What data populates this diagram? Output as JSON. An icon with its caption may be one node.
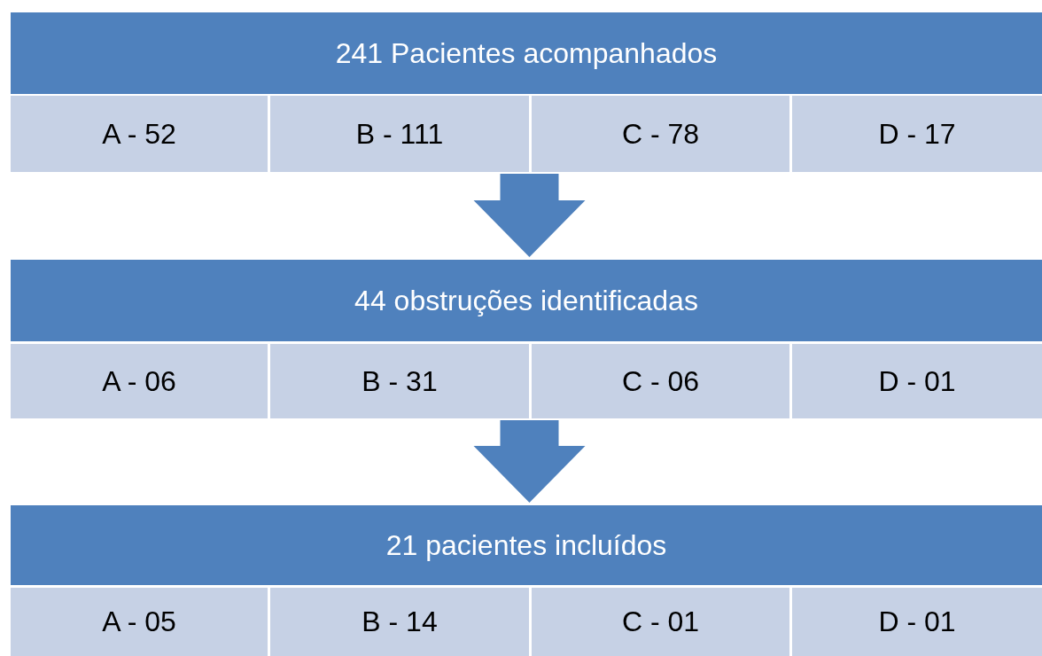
{
  "diagram": {
    "nodes": [
      {
        "text": [
          "241 Pacientes acompanhados"
        ]
      },
      {
        "text": [
          "A - 52"
        ]
      },
      {
        "text": [
          "B - 111"
        ]
      },
      {
        "text": [
          "C - 78"
        ]
      },
      {
        "text": [
          "D - 17"
        ]
      },
      {
        "text": [
          "44 obstruções identificadas"
        ]
      },
      {
        "text": [
          "A - 06"
        ]
      },
      {
        "text": [
          "B - 31"
        ]
      },
      {
        "text": [
          "C - 06"
        ]
      },
      {
        "text": [
          "D - 01"
        ]
      },
      {
        "text": [
          "21 pacientes incluídos"
        ]
      },
      {
        "text": [
          "A - 05"
        ]
      },
      {
        "text": [
          "B - 14"
        ]
      },
      {
        "text": [
          "C - 01"
        ]
      },
      {
        "text": [
          "D - 01"
        ]
      }
    ],
    "edges": [
      {
        "from": 0,
        "to": 5,
        "arrow": "to"
      },
      {
        "from": 5,
        "to": 10,
        "arrow": "to"
      }
    ]
  }
}
